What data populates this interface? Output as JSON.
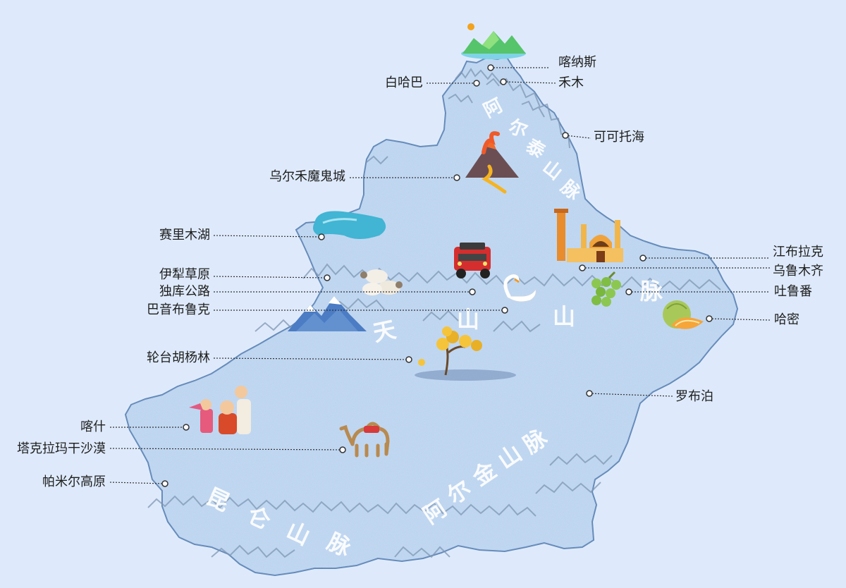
{
  "map": {
    "region_color": "#b9d2ef",
    "border_color": "#5f86b7",
    "leader_color": "#333333",
    "background": "#deeafb"
  },
  "places": {
    "kanas": "喀纳斯",
    "baihaba": "白哈巴",
    "hemu": "禾木",
    "keketuohai": "可可托海",
    "urho": "乌尔禾魔鬼城",
    "sayram": "赛里木湖",
    "yili": "伊犁草原",
    "duku": "独库公路",
    "bayinbuluke": "巴音布鲁克",
    "luntai": "轮台胡杨林",
    "kashgar": "喀什",
    "taklamakan": "塔克拉玛干沙漠",
    "pamir": "帕米尔高原",
    "jiangbulake": "江布拉克",
    "urumqi": "乌鲁木齐",
    "turpan": "吐鲁番",
    "hami": "哈密",
    "lopnur": "罗布泊"
  },
  "ranges": {
    "altai": [
      "阿",
      "尔",
      "泰",
      "山",
      "脉"
    ],
    "tianshan": [
      "天",
      "山",
      "山",
      "脉"
    ],
    "kunlun": [
      "昆",
      "仑",
      "山",
      "脉"
    ],
    "altun": [
      "阿",
      "尔",
      "金",
      "山",
      "脉"
    ]
  },
  "icons": [
    "mountain-lake-icon",
    "volcano-icon",
    "lake-icon",
    "jeep-icon",
    "mosque-icon",
    "sheep-icon",
    "swan-icon",
    "grapes-icon",
    "snow-mountain-icon",
    "melon-icon",
    "poplar-tree-icon",
    "people-icon",
    "camel-icon"
  ]
}
